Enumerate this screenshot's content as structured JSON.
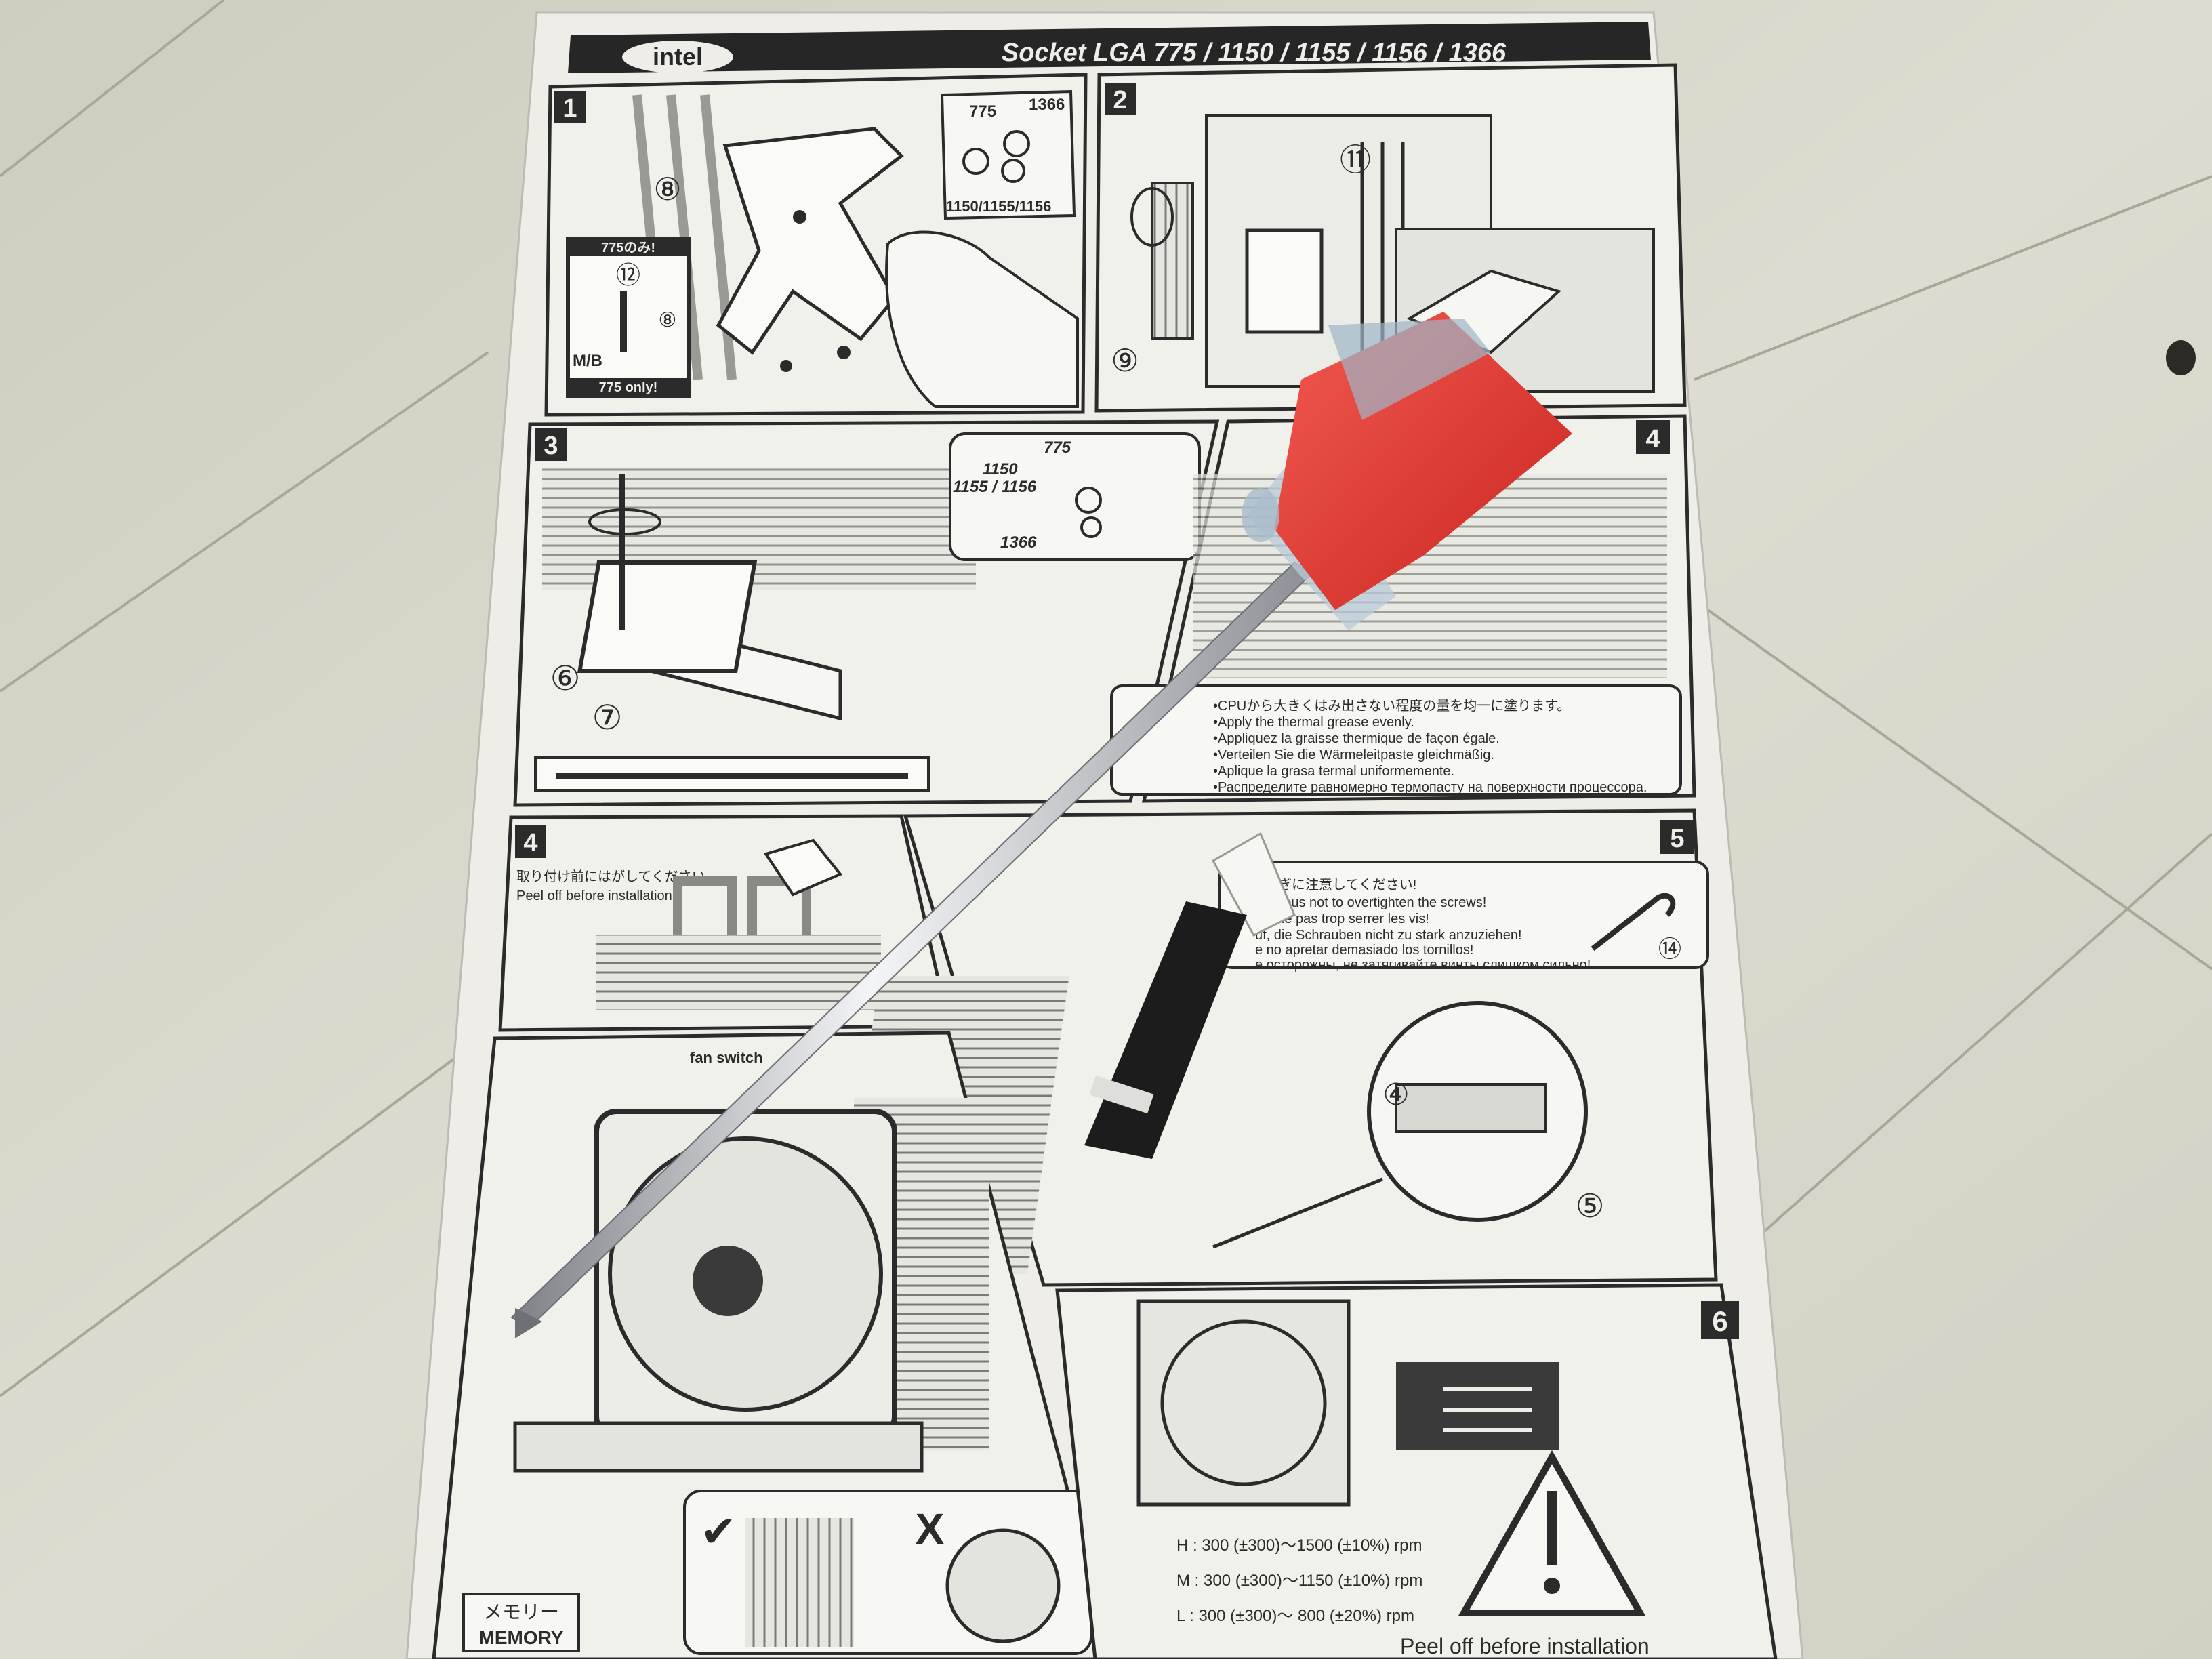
{
  "colors": {
    "floor": "#d9d7c9",
    "floor_seam": "#a9a799",
    "paper": "#eeede8",
    "ink": "#2b2b2b",
    "panel_fill": "#dcdcd6",
    "handle_red": "#e43a36",
    "handle_clear": "#9fb6c8",
    "shaft": "#c9ccd0",
    "syringe_body": "#1c1c1c",
    "syringe_plunger": "#f3f3f0"
  },
  "manual": {
    "brand_badge": "intel",
    "header_title": "Socket LGA 775 / 1150 / 1155 / 1156 / 1366",
    "step_numbers": [
      "1",
      "2",
      "3",
      "4",
      "4",
      "5",
      "6"
    ],
    "step1": {
      "callout_775": "775",
      "callout_1366": "1366",
      "callout_1150": "1150/1155/1156",
      "note_jp": "775のみ!",
      "note_en": "775 only!",
      "mb_label": "M/B"
    },
    "step3": {
      "callout_775": "775",
      "callout_1150": "1150",
      "callout_1155": "1155 / 1156",
      "callout_1366": "1366"
    },
    "grease_notes": [
      "•CPUから大きくはみ出さない程度の量を均一に塗ります。",
      "•Apply the thermal grease evenly.",
      "•Appliquez la graisse thermique de façon égale.",
      "•Verteilen Sie die Wärmeleitpaste gleichmäßig.",
      "•Aplique la grasa termal uniformemente.",
      "•Распределите равномерно  термопасту  на поверхности процессора."
    ],
    "peel_note_jp": "取り付け前にはがしてください。",
    "peel_note_en": "Peel off before installation",
    "screw_notes": [
      "すぎに注意してください!",
      "cautious not to overtighten the screws!",
      "s à ne pas trop serrer les vis!",
      "uf, die Schrauben nicht zu stark anzuziehen!",
      "e no apretar demasiado los tornillos!",
      "е осторожны, не затягивайте винты слишком сильно!"
    ],
    "fan_switch_label": "fan switch",
    "memory_jp": "メモリー",
    "memory_en": "MEMORY",
    "rpm_specs": [
      "H : 300 (±300)～1500 (±10%) rpm",
      "M : 300 (±300)～1150 (±10%) rpm",
      "L : 300 (±300)～ 800 (±20%) rpm"
    ],
    "peel_bottom": "Peel off before installation",
    "check_mark": "✔",
    "cross_mark": "X",
    "circled_numbers": [
      "⑧",
      "⑫",
      "⑧",
      "⑪",
      "⑨",
      "⑥",
      "⑦",
      "⑭",
      "④",
      "⑤"
    ]
  }
}
